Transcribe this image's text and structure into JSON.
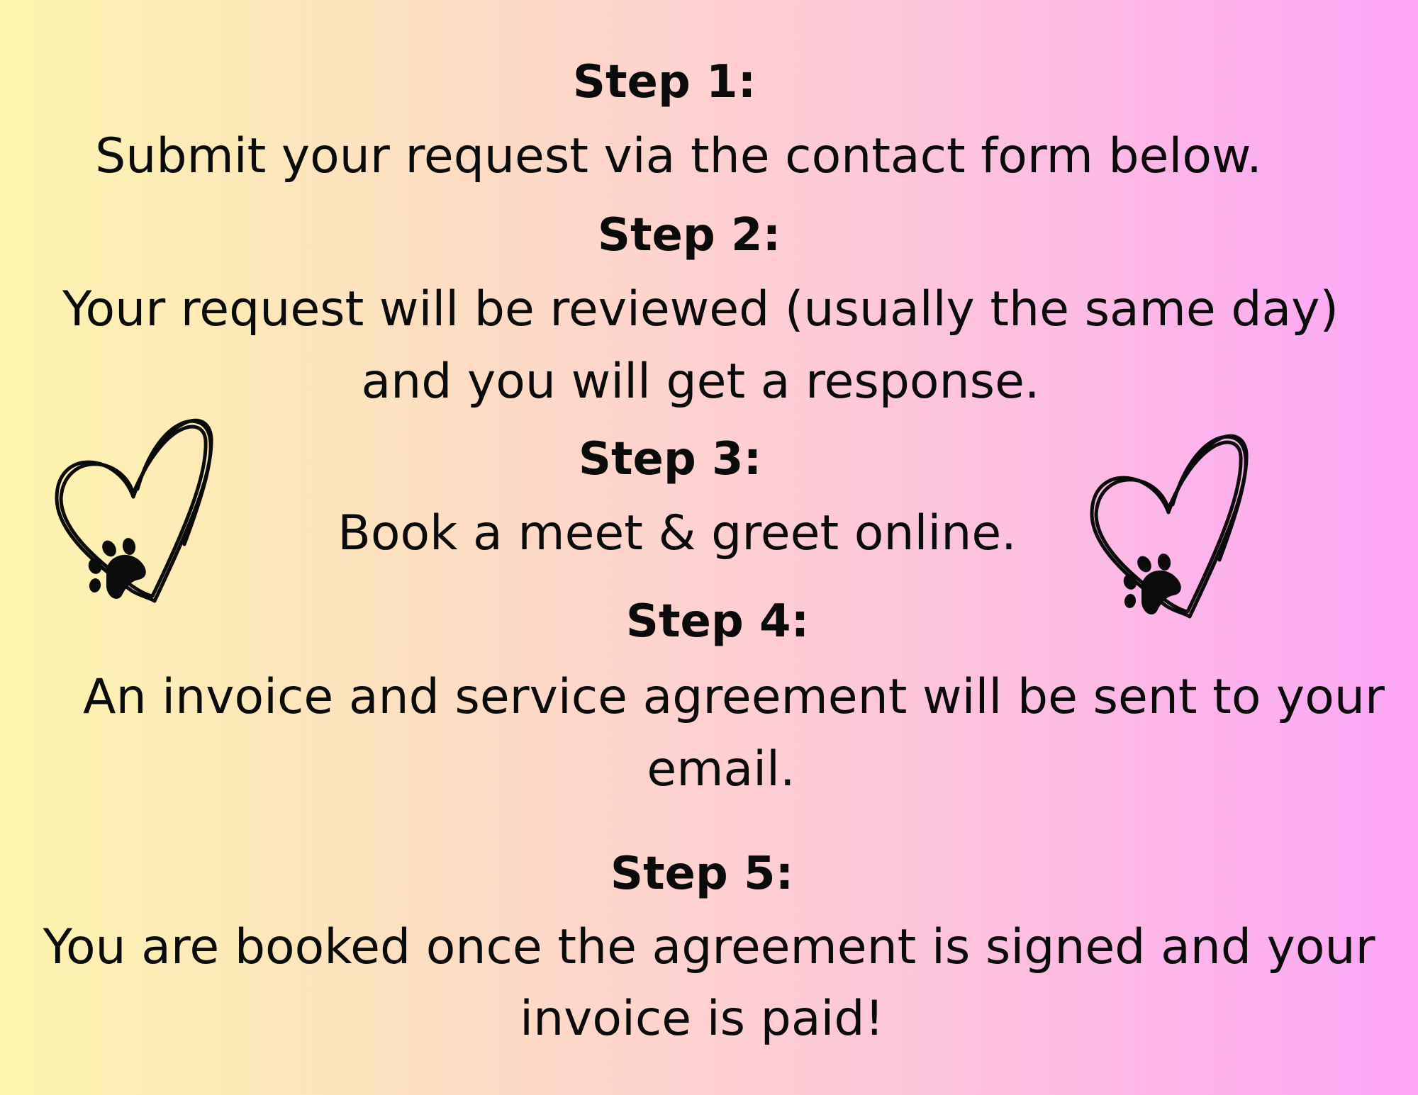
{
  "steps": [
    {
      "heading": "Step 1:",
      "lines": [
        "Submit your request via the contact form below."
      ]
    },
    {
      "heading": "Step 2:",
      "lines": [
        "Your request will be reviewed (usually the same day)",
        "and you will get a response."
      ]
    },
    {
      "heading": "Step 3:",
      "lines": [
        "Book a meet & greet online."
      ]
    },
    {
      "heading": "Step 4:",
      "lines": [
        "An invoice and service agreement will be sent to your",
        "email."
      ]
    },
    {
      "heading": "Step 5:",
      "lines": [
        "You are booked once the agreement is signed and your",
        "invoice is paid!"
      ]
    }
  ],
  "decorations": {
    "left_icon": "heart-paw-icon",
    "right_icon": "heart-paw-icon"
  },
  "colors": {
    "text": "#0b0b0b",
    "gradient_start": "#fdf5ae",
    "gradient_end": "#fca6f7"
  }
}
